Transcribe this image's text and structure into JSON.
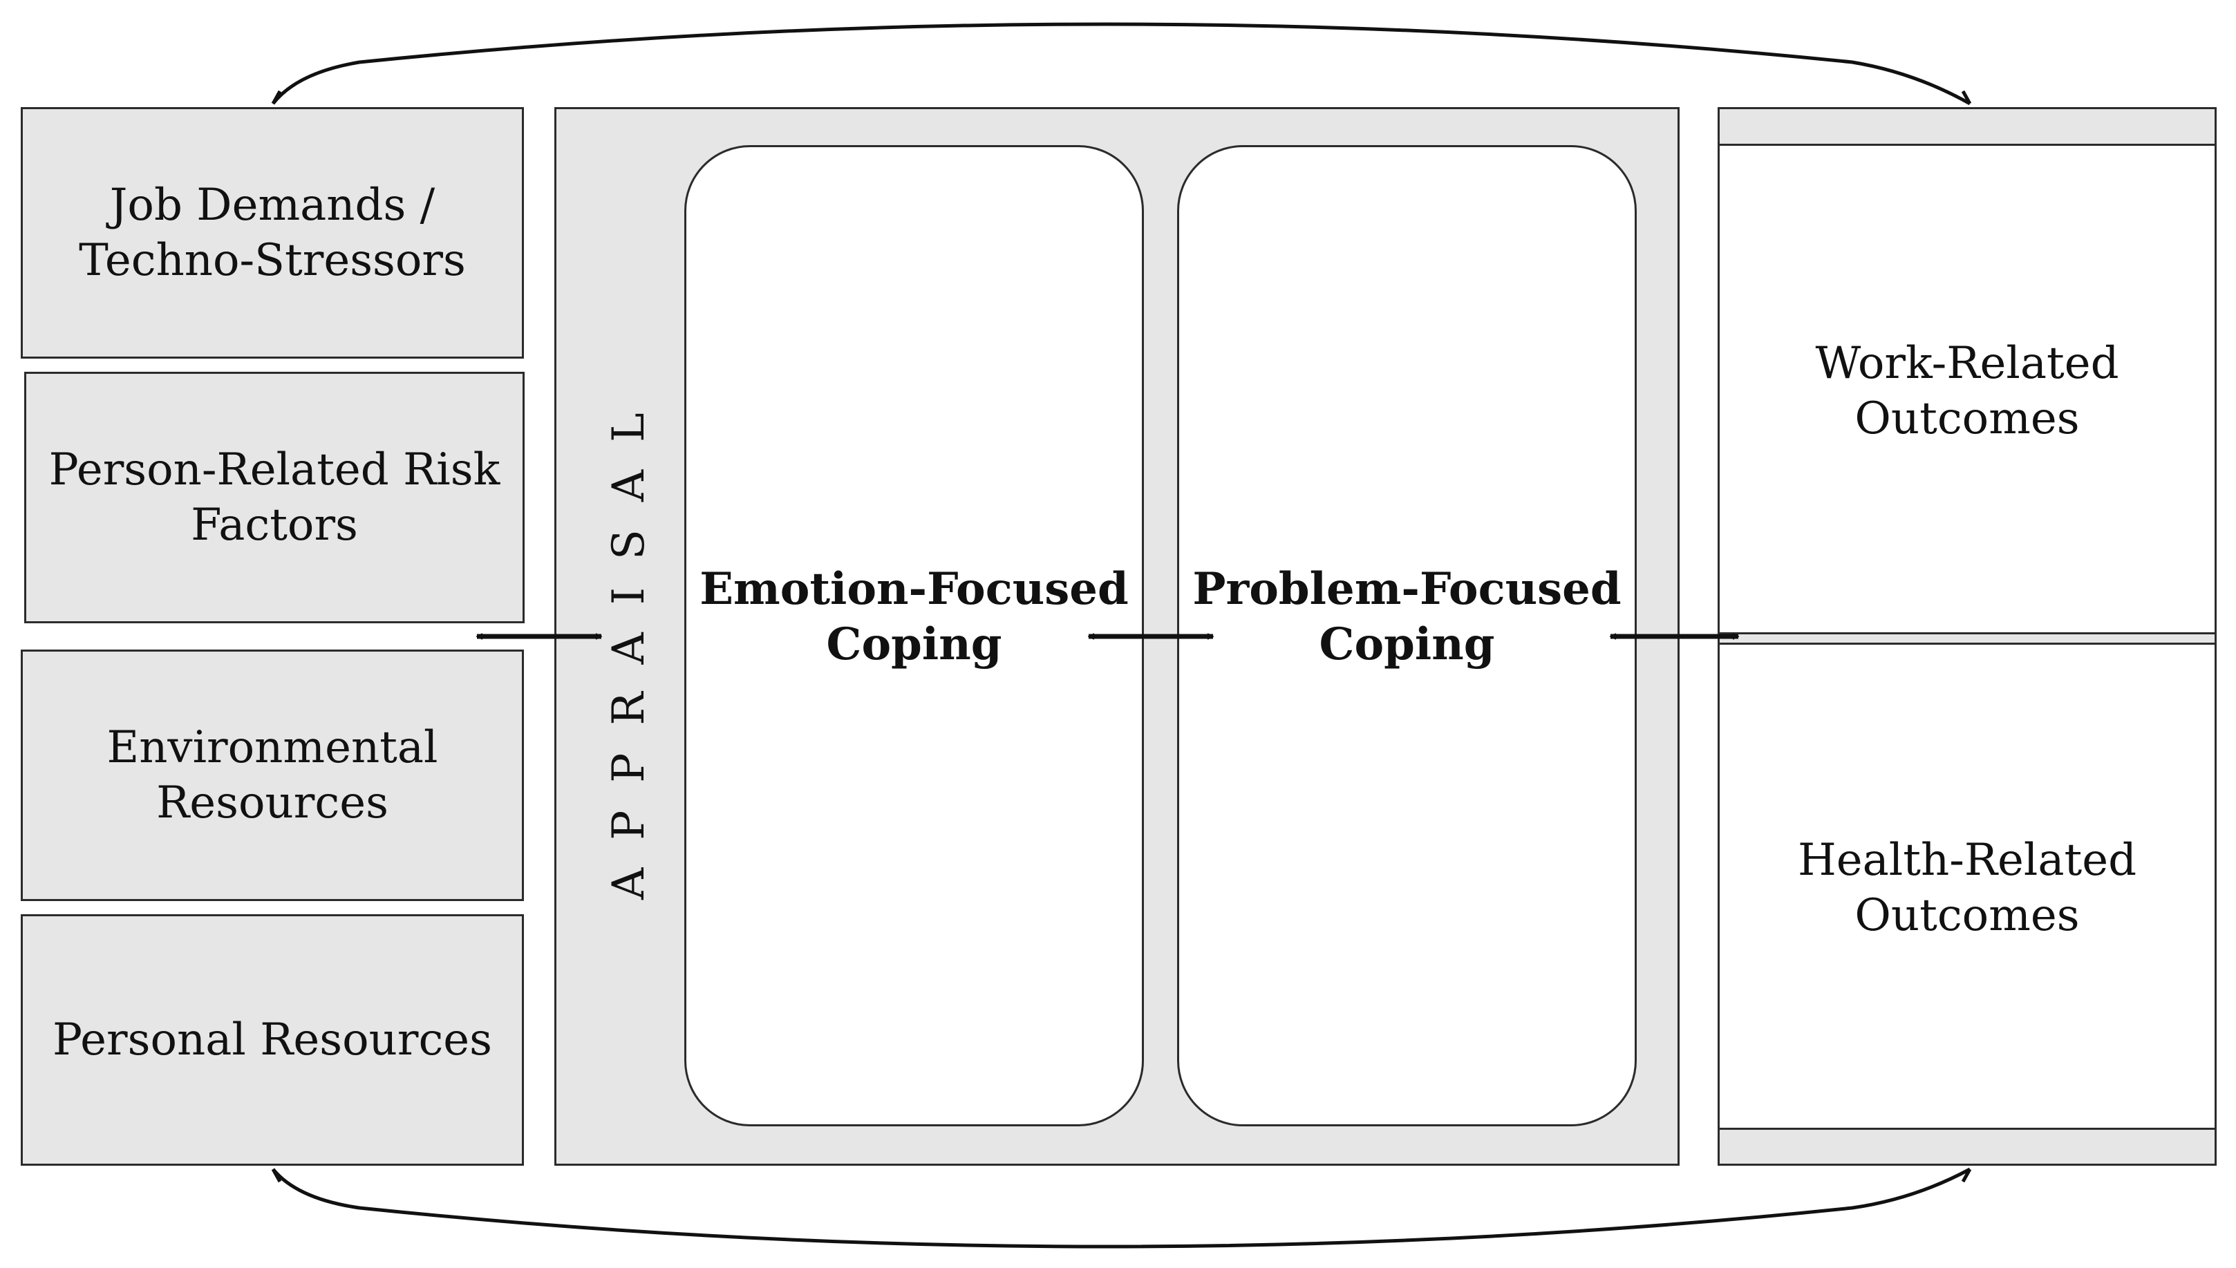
{
  "left_factors": [
    {
      "id": "job-demands",
      "label": "Job Demands /\nTechno-Stressors"
    },
    {
      "id": "person-related",
      "label": "Person-Related  Risk\nFactors"
    },
    {
      "id": "environmental",
      "label": "Environmental\nResources"
    },
    {
      "id": "personal",
      "label": "Personal  Resources"
    }
  ],
  "appraisal": {
    "label": "APPRAISAL"
  },
  "coping": {
    "emotion": "Emotion-Focused\nCoping",
    "problem": "Problem-Focused\nCoping"
  },
  "outcomes": {
    "work": "Work-Related\nOutcomes",
    "health": "Health-Related\nOutcomes"
  },
  "colors": {
    "box_fill": "#e6e6e6",
    "stroke": "#2b2b2b",
    "inner_fill": "#ffffff"
  }
}
